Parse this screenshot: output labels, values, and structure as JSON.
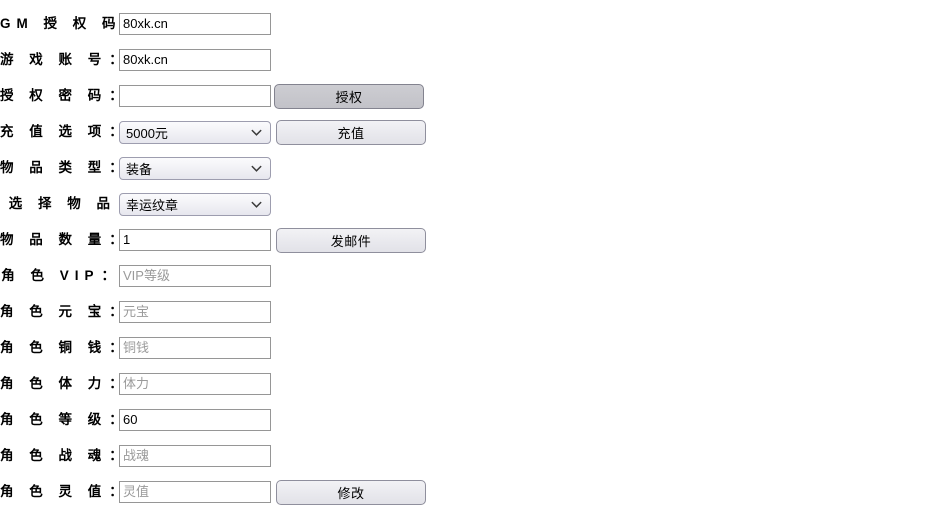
{
  "form": {
    "rows": [
      {
        "id": "gm-auth-code",
        "label_chars": "GM 授 权 码",
        "colon": "：",
        "control": "text",
        "value": "80xk.cn",
        "placeholder": "",
        "button": null
      },
      {
        "id": "game-account",
        "label_chars": "游 戏 账 号",
        "colon": "：",
        "control": "text",
        "value": "80xk.cn",
        "placeholder": "",
        "button": null
      },
      {
        "id": "auth-password",
        "label_chars": "授 权 密 码",
        "colon": "：",
        "control": "text",
        "value": "",
        "placeholder": "",
        "button": {
          "label": "授权",
          "state": "hover"
        }
      },
      {
        "id": "recharge-option",
        "label_chars": "充 值 选 项",
        "colon": "：",
        "control": "select",
        "value": "5000元",
        "placeholder": "",
        "button": {
          "label": "充值",
          "state": "normal"
        }
      },
      {
        "id": "item-type",
        "label_chars": "物 品 类 型",
        "colon": "：",
        "control": "select",
        "value": "装备",
        "placeholder": "",
        "button": null
      },
      {
        "id": "select-item",
        "label_chars": "选 择 物 品",
        "colon": "",
        "control": "select",
        "value": "幸运纹章",
        "placeholder": "",
        "button": null
      },
      {
        "id": "item-quantity",
        "label_chars": "物 品 数 量",
        "colon": "：",
        "control": "text",
        "value": "1",
        "placeholder": "",
        "button": {
          "label": "发邮件",
          "state": "normal"
        }
      },
      {
        "id": "role-vip",
        "label_chars": "角 色 VIP",
        "colon": "：",
        "control": "text",
        "value": "",
        "placeholder": "VIP等级",
        "button": null
      },
      {
        "id": "role-yuanbao",
        "label_chars": "角 色 元 宝",
        "colon": "：",
        "control": "text",
        "value": "",
        "placeholder": "元宝",
        "button": null
      },
      {
        "id": "role-copper",
        "label_chars": "角 色 铜 钱",
        "colon": "：",
        "control": "text",
        "value": "",
        "placeholder": "铜钱",
        "button": null
      },
      {
        "id": "role-stamina",
        "label_chars": "角 色 体 力",
        "colon": "：",
        "control": "text",
        "value": "",
        "placeholder": "体力",
        "button": null
      },
      {
        "id": "role-level",
        "label_chars": "角 色 等 级",
        "colon": "：",
        "control": "text",
        "value": "60",
        "placeholder": "",
        "button": null
      },
      {
        "id": "role-warsoul",
        "label_chars": "角 色 战 魂",
        "colon": "：",
        "control": "text",
        "value": "",
        "placeholder": "战魂",
        "button": null
      },
      {
        "id": "role-spirit",
        "label_chars": "角 色 灵 值",
        "colon": "：",
        "control": "text",
        "value": "",
        "placeholder": "灵值",
        "button": {
          "label": "修改",
          "state": "normal"
        }
      }
    ]
  },
  "colors": {
    "page_background": "#ffffff",
    "input_border": "#969696",
    "select_border": "#9d9daf",
    "button_border": "#8f8f9d",
    "button_face": "#e9e9ee",
    "button_hover_face": "#c6c6cc",
    "placeholder_text": "#9a9a9a",
    "text": "#000000"
  }
}
